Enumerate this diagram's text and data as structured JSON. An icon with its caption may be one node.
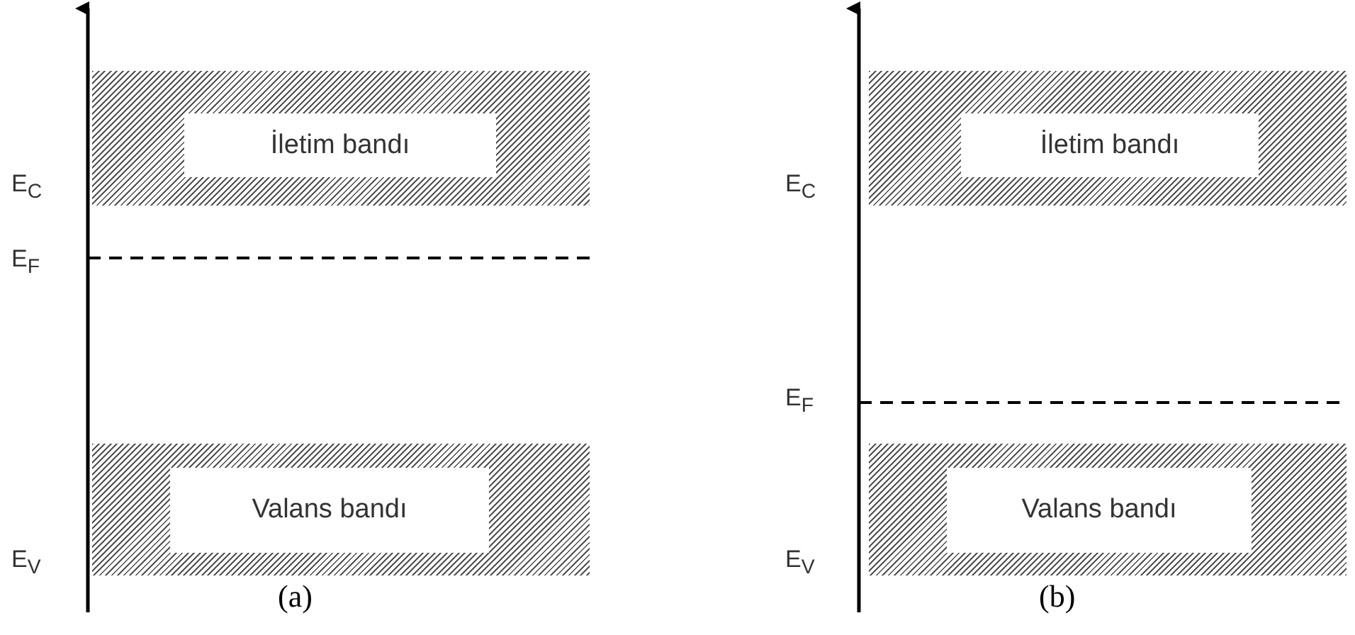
{
  "diagram": {
    "nodes": [
      {
        "text": [
          "İletim bandı"
        ]
      },
      {
        "text": [
          "Valans bandı"
        ]
      },
      {
        "text": [
          "İletim bandı"
        ]
      },
      {
        "text": [
          "Valans bandı"
        ]
      }
    ],
    "edges": [],
    "labels": [
      "E$_{C}$",
      "E$_{F}$",
      "E$_{V}$",
      "(a)",
      "E$_{C}$",
      "E$_{F}$",
      "E$_{V}$",
      "(b)"
    ]
  }
}
